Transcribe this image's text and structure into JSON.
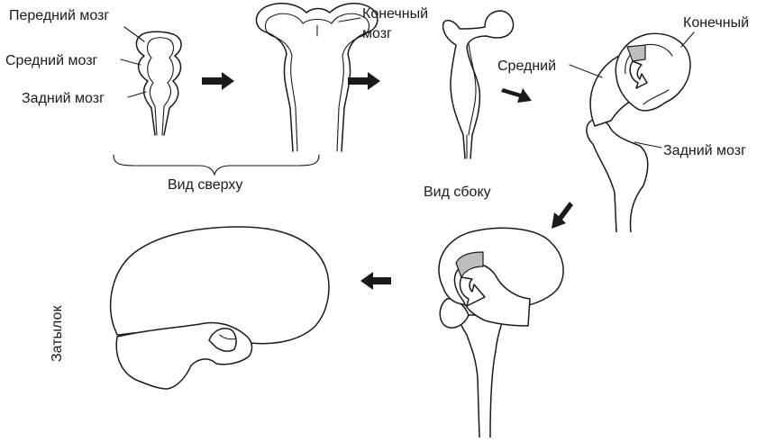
{
  "labels": {
    "forebrain": "Передний мозг",
    "midbrain": "Средний мозг",
    "hindbrain": "Задний мозг",
    "telencephalon_top": "Конечный",
    "telencephalon_top_2": "мозг",
    "top_view": "Вид сверху",
    "side_view": "Вид сбоку",
    "telencephalon_side": "Конечный",
    "midbrain_side": "Средний",
    "hindbrain_side": "Задний мозг",
    "occiput": "Затылок"
  },
  "colors": {
    "stroke": "#1a1a1a",
    "highlight": "#bdbdbd",
    "background": "#ffffff"
  }
}
